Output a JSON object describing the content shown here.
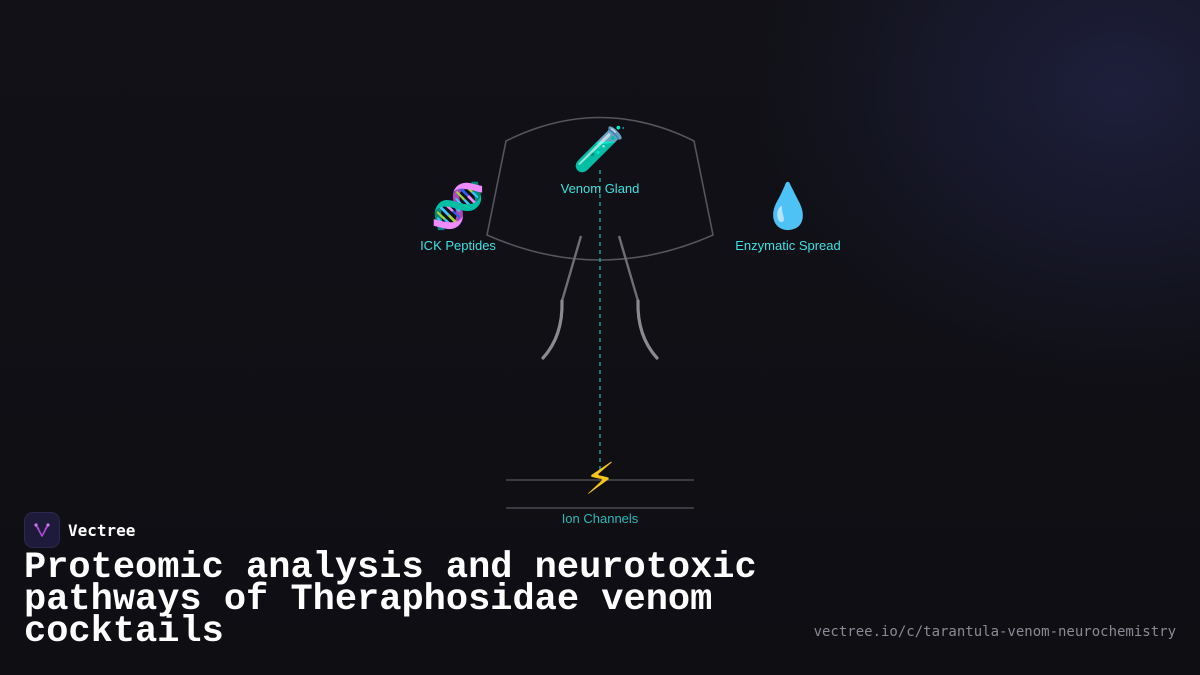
{
  "brand": {
    "name": "Vectree",
    "logo_icon": "vectree-logo-icon",
    "logo_color": "#b04ad8"
  },
  "title": "Proteomic analysis and neurotoxic pathways of Theraphosidae venom cocktails",
  "url": "vectree.io/c/tarantula-venom-neurochemistry",
  "diagram": {
    "nodes": {
      "venom_gland": {
        "label": "Venom Gland",
        "icon": "🧪",
        "icon_name": "test-tube-icon"
      },
      "ick_peptides": {
        "label": "ICK Peptides",
        "icon": "🧬",
        "icon_name": "dna-icon"
      },
      "enzymatic_spread": {
        "label": "Enzymatic Spread",
        "icon": "💧",
        "icon_name": "droplet-icon"
      },
      "ion_channels": {
        "label": "Ion Channels",
        "icon": "⚡",
        "icon_name": "lightning-icon"
      }
    },
    "colors": {
      "label": "#3ee0e0",
      "dashed_line": "#1fa6a6",
      "outline": "#55555c",
      "fang": "#8a8a90"
    }
  }
}
